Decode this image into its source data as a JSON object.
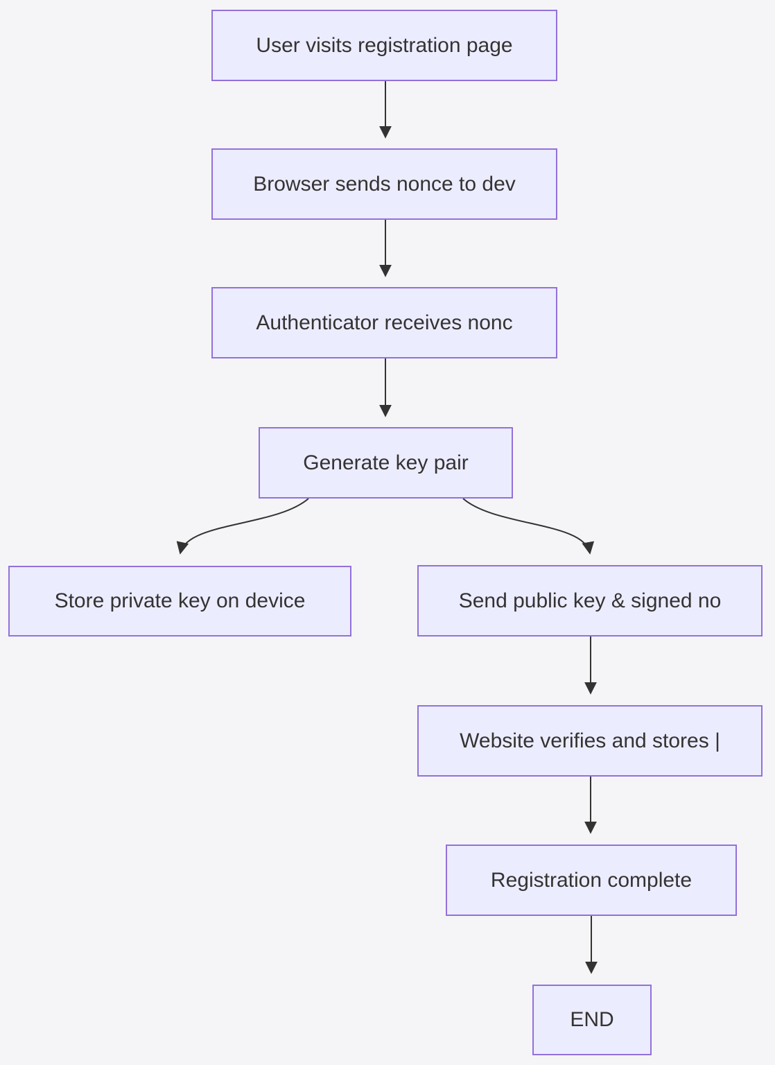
{
  "page": {
    "background": "#f5f5f7"
  },
  "diagram": {
    "type": "flowchart",
    "direction": "top-down",
    "style": {
      "node_fill": "#ececff",
      "node_border": "#9370db",
      "text_color": "#333333",
      "arrow_color": "#333333"
    },
    "nodes": [
      {
        "id": "start",
        "label": "User visits registration page"
      },
      {
        "id": "nonce",
        "label": "Browser sends nonce to dev"
      },
      {
        "id": "auth",
        "label": "Authenticator receives nonc"
      },
      {
        "id": "keypair",
        "label": "Generate key pair"
      },
      {
        "id": "store-private",
        "label": "Store private key on device"
      },
      {
        "id": "send-public",
        "label": "Send public key & signed no"
      },
      {
        "id": "verify",
        "label": "Website verifies and stores |"
      },
      {
        "id": "complete",
        "label": "Registration complete"
      },
      {
        "id": "end",
        "label": "END"
      }
    ],
    "edges": [
      {
        "from": "start",
        "to": "nonce"
      },
      {
        "from": "nonce",
        "to": "auth"
      },
      {
        "from": "auth",
        "to": "keypair"
      },
      {
        "from": "keypair",
        "to": "store-private"
      },
      {
        "from": "keypair",
        "to": "send-public"
      },
      {
        "from": "send-public",
        "to": "verify"
      },
      {
        "from": "verify",
        "to": "complete"
      },
      {
        "from": "complete",
        "to": "end"
      }
    ]
  }
}
